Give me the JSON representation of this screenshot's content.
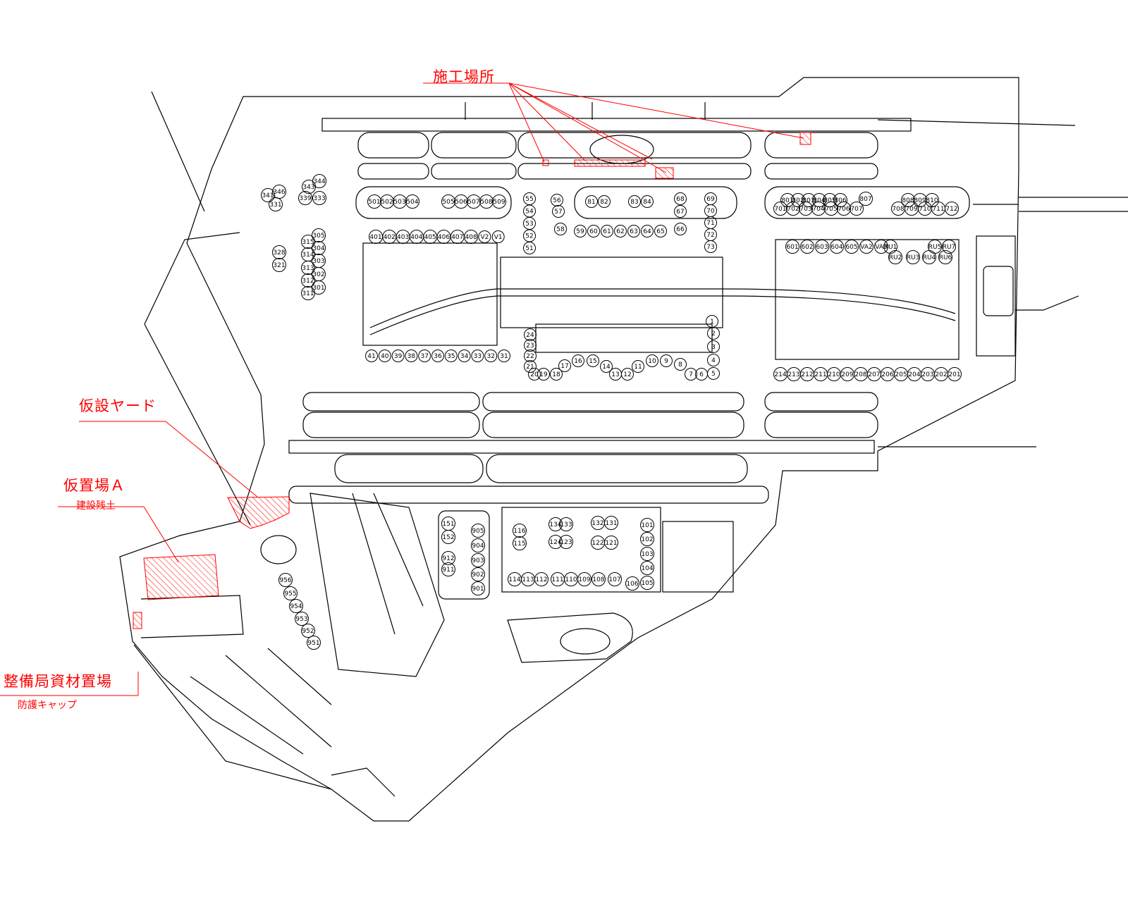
{
  "annotations": {
    "work_site": "施工場所",
    "temp_yard": "仮設ヤード",
    "storage_a": "仮置場Ａ",
    "storage_a_note": "建設残土",
    "bureau_storage": "整備局資材置場",
    "bureau_storage_note": "防護キャップ"
  },
  "colors": {
    "annotation": "#ff0000",
    "linework": "#000000"
  },
  "stands": {
    "g501": [
      "501",
      "502",
      "503",
      "504"
    ],
    "g505": [
      "505",
      "506",
      "507",
      "508",
      "509"
    ],
    "g401": [
      "401",
      "402",
      "403",
      "404",
      "405",
      "406",
      "407",
      "408",
      "V2",
      "V1"
    ],
    "g81": [
      "81",
      "82",
      "83",
      "84"
    ],
    "g55": [
      "55",
      "54",
      "53",
      "52",
      "51"
    ],
    "g56": [
      "56",
      "57",
      "58"
    ],
    "g59": [
      "59",
      "60",
      "61",
      "62",
      "63",
      "64",
      "65"
    ],
    "g68": [
      "68",
      "67",
      "66"
    ],
    "g69": [
      "69",
      "70",
      "71",
      "72",
      "73"
    ],
    "g801": [
      "801",
      "802",
      "803",
      "804",
      "805",
      "806",
      "807"
    ],
    "g701": [
      "701",
      "702",
      "703",
      "704",
      "705",
      "706",
      "707"
    ],
    "g808": [
      "808",
      "809",
      "810"
    ],
    "g708": [
      "708",
      "709",
      "710",
      "711",
      "712"
    ],
    "g601": [
      "601",
      "602",
      "603",
      "604",
      "605",
      "VA2",
      "VA3"
    ],
    "gRU": [
      "RU1",
      "RU5",
      "RU7",
      "RU2",
      "RU3",
      "RU4",
      "RU6"
    ],
    "g41": [
      "41",
      "40",
      "39",
      "38",
      "37",
      "36",
      "35",
      "34",
      "33",
      "32",
      "31"
    ],
    "g24": [
      "24",
      "23",
      "22",
      "21",
      "20",
      "19",
      "18",
      "17",
      "16",
      "15",
      "14",
      "13",
      "12",
      "11",
      "10",
      "9",
      "8",
      "7",
      "6",
      "5",
      "4",
      "3",
      "2",
      "1"
    ],
    "g214": [
      "214",
      "213",
      "212",
      "211",
      "210",
      "209",
      "208",
      "207",
      "206",
      "205",
      "204",
      "203",
      "202",
      "201"
    ],
    "g300": [
      "344",
      "343",
      "339",
      "333",
      "341",
      "346",
      "331",
      "305",
      "304",
      "315",
      "314",
      "303",
      "313",
      "302",
      "312",
      "301",
      "311",
      "328",
      "321"
    ],
    "g150": [
      "151",
      "152",
      "912",
      "911",
      "905",
      "904",
      "903",
      "902",
      "901"
    ],
    "g100": [
      "116",
      "115",
      "134",
      "133",
      "124",
      "123",
      "132",
      "131",
      "122",
      "121",
      "101",
      "102",
      "103",
      "104",
      "105",
      "114",
      "113",
      "112",
      "111",
      "110",
      "109",
      "108",
      "107",
      "106"
    ],
    "g950": [
      "956",
      "955",
      "954",
      "953",
      "952",
      "951"
    ]
  }
}
